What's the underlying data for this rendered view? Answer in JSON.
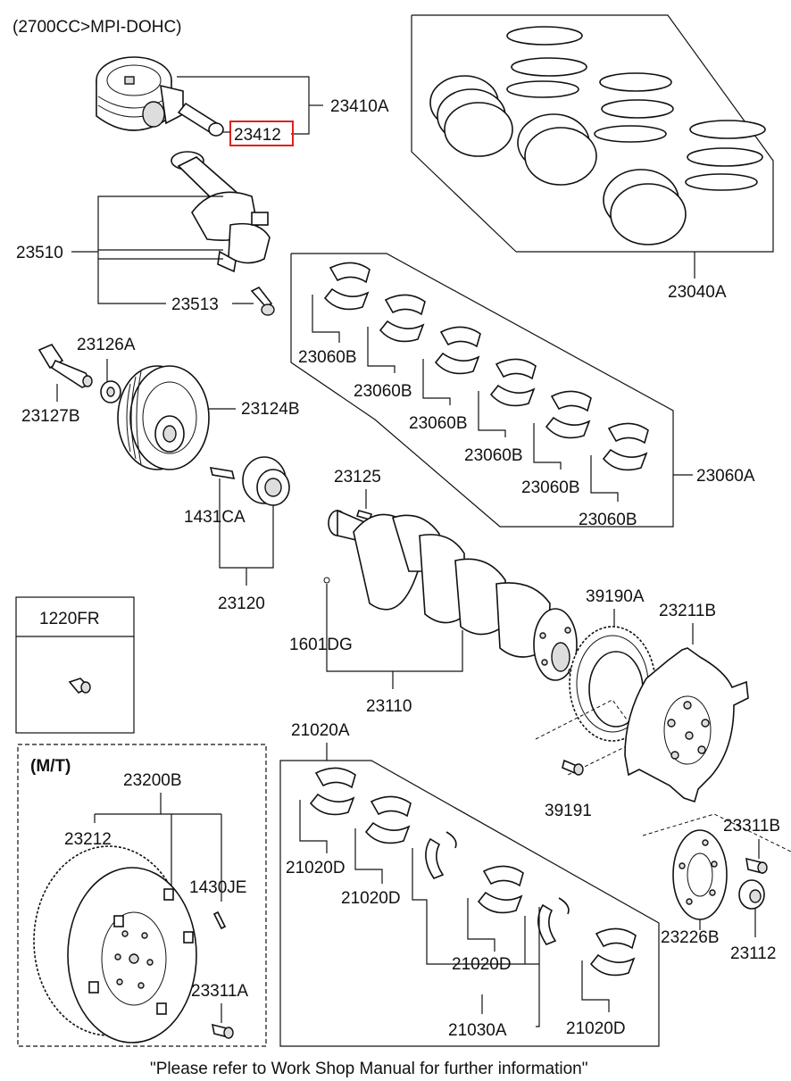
{
  "header": {
    "engine": "(2700CC>MPI-DOHC)"
  },
  "highlighted_part": "23412",
  "labels": {
    "p23410A": "23410A",
    "p23412": "23412",
    "p23040A": "23040A",
    "p23510": "23510",
    "p23513": "23513",
    "p23060B": "23060B",
    "p23060A": "23060A",
    "p23126A": "23126A",
    "p23127B": "23127B",
    "p23124B": "23124B",
    "p23125": "23125",
    "p1431CA": "1431CA",
    "p23120": "23120",
    "p1220FR": "1220FR",
    "p1601DG": "1601DG",
    "p23110": "23110",
    "p39190A": "39190A",
    "p23211B": "23211B",
    "p21020A": "21020A",
    "p39191": "39191",
    "mt": "(M/T)",
    "p23200B": "23200B",
    "p23212": "23212",
    "p1430JE": "1430JE",
    "p23311A": "23311A",
    "p21020D": "21020D",
    "p23311B": "23311B",
    "p23226B": "23226B",
    "p23112": "23112",
    "p21030A": "21030A"
  },
  "footer": {
    "note": "\"Please refer to Work Shop Manual for further information\""
  },
  "colors": {
    "highlight": "#e0201c",
    "line": "#111111"
  }
}
